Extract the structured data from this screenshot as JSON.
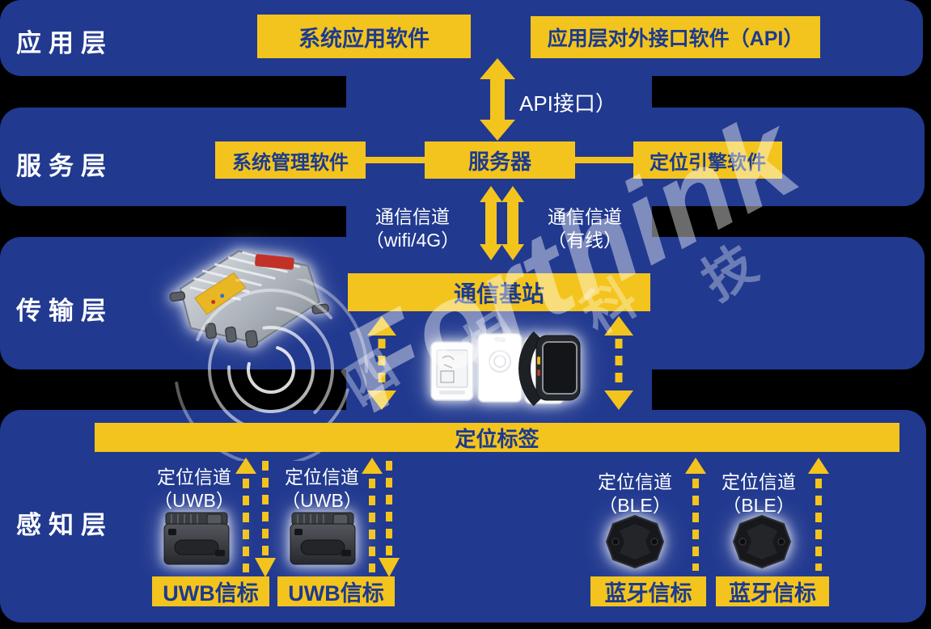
{
  "layers": {
    "application": "应用层",
    "service": "服务层",
    "transport": "传输层",
    "sensing": "感知层"
  },
  "boxes": {
    "system_app": "系统应用软件",
    "api_software": "应用层对外接口软件（API）",
    "system_mgmt": "系统管理软件",
    "server": "服务器",
    "pos_engine": "定位引擎软件",
    "comm_station": "通信基站",
    "pos_tag": "定位标签",
    "uwb_beacon": "UWB信标",
    "ble_beacon": "蓝牙信标"
  },
  "labels": {
    "api_link": "API接口）",
    "channel_wifi_1": "通信信道",
    "channel_wifi_2": "（wifi/4G）",
    "channel_wired_1": "通信信道",
    "channel_wired_2": "（有线）",
    "channel_uwb_1": "定位信道",
    "channel_uwb_2": "（UWB）",
    "channel_ble_1": "定位信道",
    "channel_ble_2": "（BLE）"
  },
  "watermark": {
    "brand": "Forthink",
    "char_1": "四",
    "char_2": "相",
    "char_3": "科",
    "char_4": "技"
  },
  "colors": {
    "band_navy": "#21398f",
    "accent_yellow": "#f3c41d",
    "text_navy": "#1b3a90",
    "text_white": "#ffffff",
    "background": "#000000"
  }
}
